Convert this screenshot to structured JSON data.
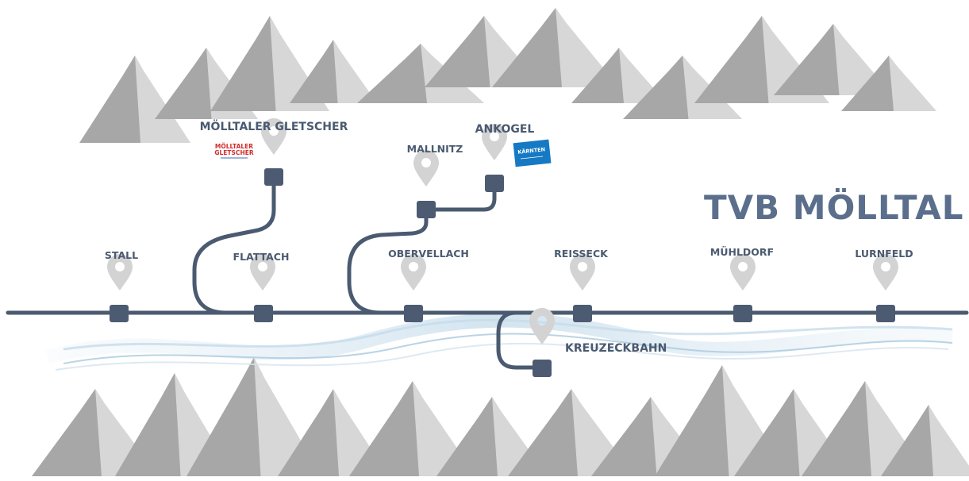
{
  "title": "TVB MÖLLTAL",
  "colors": {
    "track": "#4a5a70",
    "station": "#4d5b72",
    "pin": "#d3d3d3",
    "mountain": "#a7a7a7",
    "mountain_dark": "#8c8c8c",
    "water": "#b9d4e6",
    "title": "#5b6f8c"
  },
  "stations": {
    "stall": "STALL",
    "flattach": "FLATTACH",
    "obervellach": "OBERVELLACH",
    "reisseck": "REISSECK",
    "muehldorf": "MÜHLDORF",
    "lurnfeld": "LURNFELD",
    "kreuzeckbahn": "KREUZECKBAHN",
    "moelltaler_gletscher": "MÖLLTALER GLETSCHER",
    "mallnitz": "MALLNITZ",
    "ankogel": "ANKOGEL"
  },
  "logos": {
    "moelltaler": {
      "line1": "MÖLLTALER",
      "line2": "GLETSCHER",
      "icon": "moelltaler-gletscher-logo"
    },
    "kaernten": {
      "text": "KÄRNTEN",
      "icon": "kaernten-logo"
    }
  }
}
